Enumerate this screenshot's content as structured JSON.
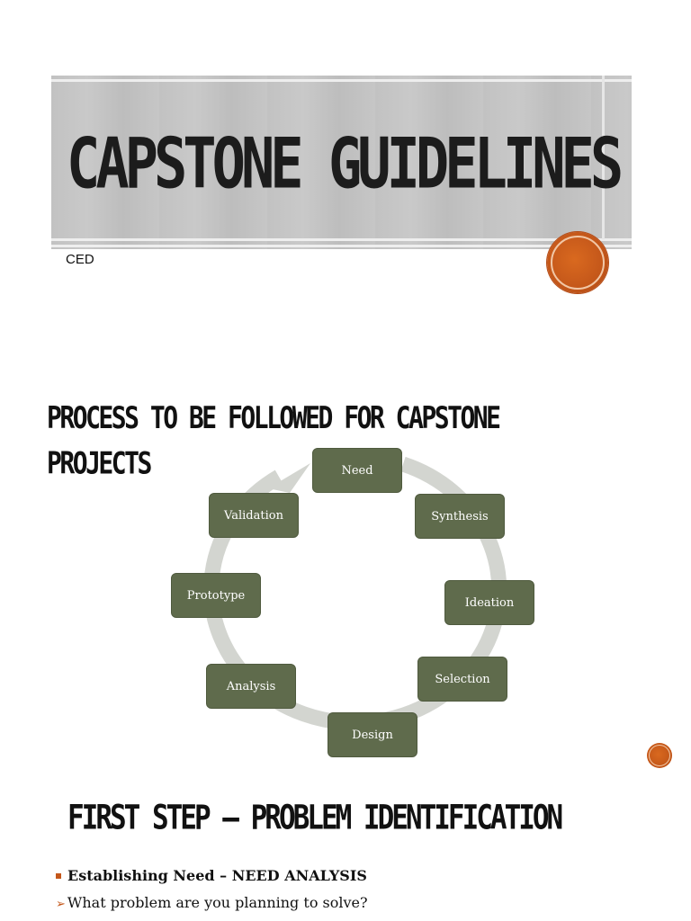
{
  "slide1": {
    "title": "CAPSTONE GUIDELINES",
    "subtitle": "CED",
    "accent_color": "#c4571a"
  },
  "slide2": {
    "title": "PROCESS TO BE FOLLOWED FOR CAPSTONE PROJECTS",
    "cycle_steps": [
      "Need",
      "Synthesis",
      "Ideation",
      "Selection",
      "Design",
      "Analysis",
      "Prototype",
      "Validation"
    ],
    "node_color": "#5f6b4c",
    "arrow_color": "#d3d5d0"
  },
  "slide3": {
    "title": "FIRST STEP – PROBLEM IDENTIFICATION",
    "bullets": [
      {
        "icon": "square-bullet-icon",
        "text": "Establishing Need – NEED ANALYSIS"
      },
      {
        "icon": "arrow-bullet-icon",
        "text": "What problem are you planning to solve?"
      }
    ]
  }
}
